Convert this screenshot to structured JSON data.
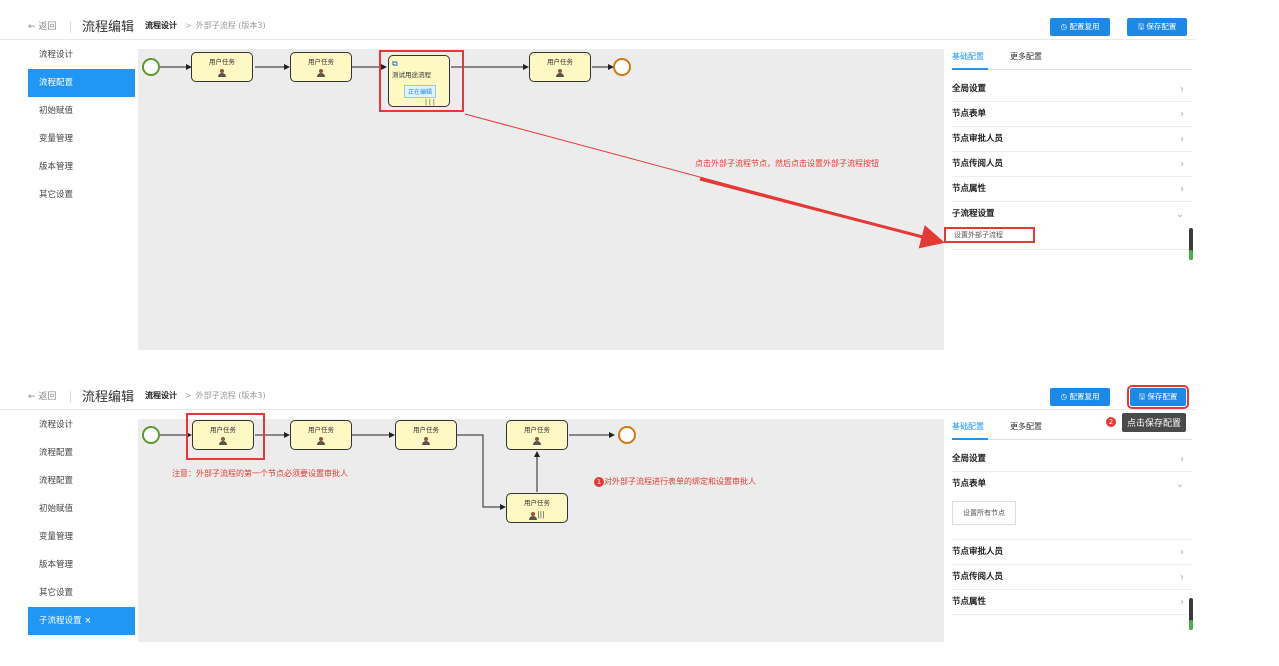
{
  "header": {
    "back_label": "← 返回",
    "app_title": "流程编辑",
    "crumb_main": "流程设计",
    "crumb_sep": ">",
    "crumb_sub": "外部子流程 (版本3)",
    "reuse_label": "◷ 配置复用",
    "save_label": "🖫 保存配置"
  },
  "panel1": {
    "sidebar": [
      "流程设计",
      "流程配置",
      "初始赋值",
      "变量管理",
      "版本管理",
      "其它设置"
    ],
    "active_index": 1,
    "tasks": [
      "用户任务",
      "用户任务",
      "用户任务"
    ],
    "subprocess": {
      "title": "测试用途流程",
      "status": "正在编辑",
      "markers": "| | |"
    },
    "tabs": [
      "基础配置",
      "更多配置"
    ],
    "rows": [
      "全局设置",
      "节点表单",
      "节点审批人员",
      "节点传阅人员",
      "节点属性",
      "子流程设置"
    ],
    "sub_button": "设置外部子流程",
    "annotation": "点击外部子流程节点，然后点击设置外部子流程按钮"
  },
  "panel2": {
    "sidebar": [
      "流程设计",
      "流程配置",
      "流程配置",
      "初始赋值",
      "变量管理",
      "版本管理",
      "其它设置",
      "子流程设置 ×"
    ],
    "active_index": 7,
    "tasks": [
      "用户任务",
      "用户任务",
      "用户任务",
      "用户任务",
      "用户任务"
    ],
    "multi_marker": "|||",
    "tabs": [
      "基础配置",
      "更多配置"
    ],
    "rows_top": [
      "全局设置",
      "节点表单"
    ],
    "set_all_button": "设置所有节点",
    "rows_bottom": [
      "节点审批人员",
      "节点传阅人员",
      "节点属性"
    ],
    "note": "注意：外部子流程的第一个节点必须要设置审批人",
    "step1": "对外部子流程进行表单的绑定和设置审批人",
    "step1_badge": "1",
    "step2_badge": "2",
    "tooltip": "点击保存配置"
  },
  "colors": {
    "accent": "#2196f3",
    "annotation": "#e53935",
    "task_fill": "#fdf8c4"
  }
}
